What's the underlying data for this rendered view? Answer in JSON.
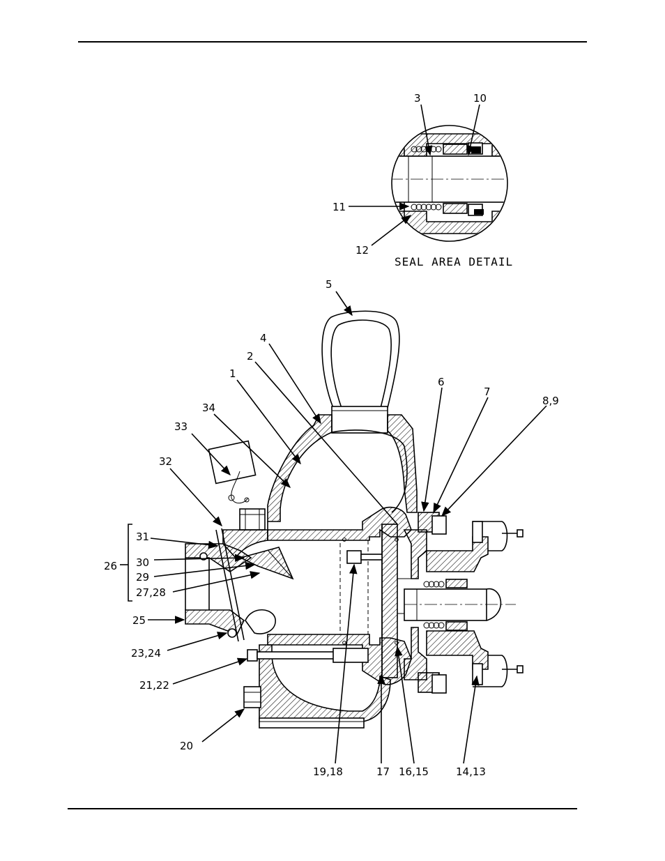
{
  "detail_caption": "SEAL AREA DETAIL",
  "callouts": {
    "c3": "3",
    "c10": "10",
    "c11": "11",
    "c12": "12",
    "c5": "5",
    "c4": "4",
    "c2": "2",
    "c1": "1",
    "c34": "34",
    "c33": "33",
    "c32": "32",
    "c6": "6",
    "c7": "7",
    "c8_9": "8,9",
    "c31": "31",
    "c26": "26",
    "c30": "30",
    "c29": "29",
    "c27_28": "27,28",
    "c25": "25",
    "c23_24": "23,24",
    "c21_22": "21,22",
    "c20": "20",
    "c19_18": "19,18",
    "c17": "17",
    "c16_15": "16,15",
    "c14_13": "14,13"
  }
}
